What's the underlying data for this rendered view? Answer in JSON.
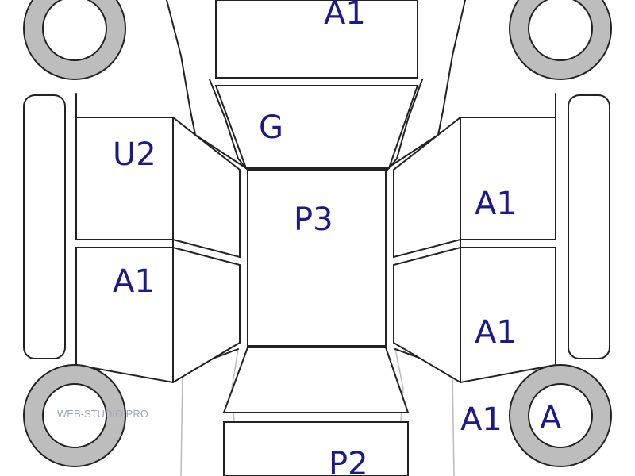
{
  "panels": {
    "hood": "A1",
    "windshield": "G",
    "roof": "P3",
    "left_front_door": "U2",
    "left_rear_door": "A1",
    "right_front_door": "A1",
    "right_rear_door": "A1",
    "right_rear_quarter": "A1",
    "right_rear_wheel": "A",
    "trunk": "P2"
  },
  "watermark": "WEB-STUDIO.PRO",
  "colors": {
    "label": "#1a1a8c",
    "tire": "#bdbdbd",
    "outline": "#222222"
  }
}
